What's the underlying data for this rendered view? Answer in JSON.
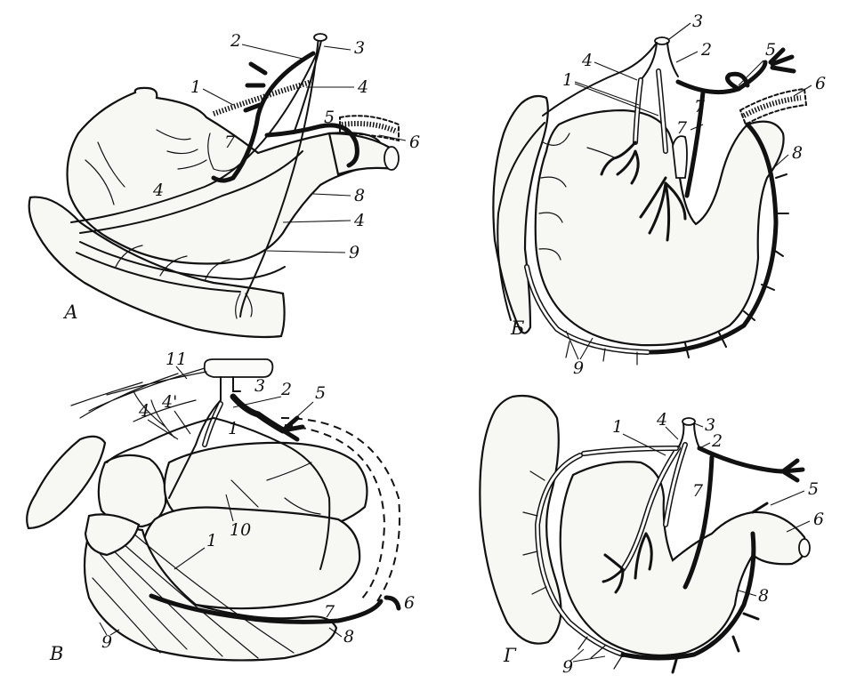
{
  "panels": [
    {
      "id": "A",
      "letter": "А",
      "labels": {
        "l1": "1",
        "l2": "2",
        "l3": "3",
        "l4a": "4",
        "l4b": "4",
        "l4c": "4",
        "l5": "5",
        "l6": "6",
        "l7": "7",
        "l8": "8",
        "l9": "9"
      }
    },
    {
      "id": "B",
      "letter": "Б",
      "labels": {
        "l1": "1",
        "l2": "2",
        "l3": "3",
        "l4": "4",
        "l5": "5",
        "l6": "6",
        "l7a": "7",
        "l7b": "7",
        "l8": "8",
        "l9": "9"
      }
    },
    {
      "id": "V",
      "letter": "В",
      "labels": {
        "l1a": "1",
        "l1b": "1",
        "l2": "2",
        "l3": "3",
        "l4": "4",
        "l4p": "4'",
        "l5": "5",
        "l6": "6",
        "l7": "7",
        "l8": "8",
        "l9": "9",
        "l10": "10",
        "l11": "11"
      }
    },
    {
      "id": "G",
      "letter": "Г",
      "labels": {
        "l1": "1",
        "l2": "2",
        "l3": "3",
        "l4": "4",
        "l5": "5",
        "l6": "6",
        "l7": "7",
        "l8": "8",
        "l9": "9"
      }
    }
  ]
}
